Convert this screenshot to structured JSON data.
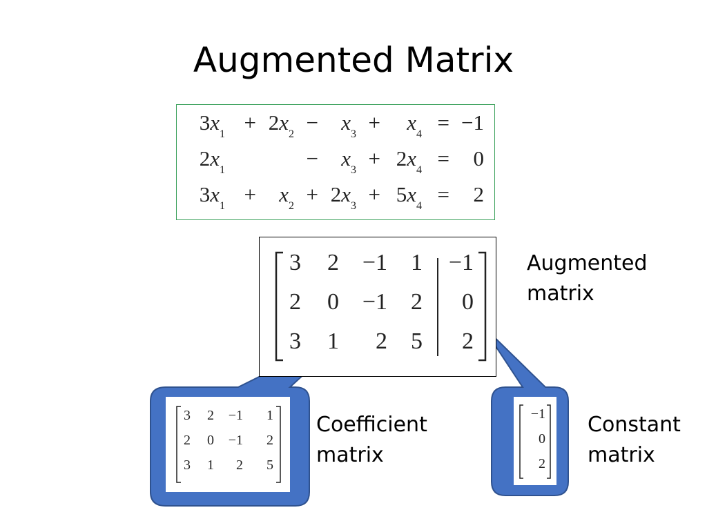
{
  "title": "Augmented Matrix",
  "system": {
    "rows": [
      [
        {
          "t": "3",
          "v": "x",
          "s": "1"
        },
        {
          "t": "+"
        },
        {
          "t": "2",
          "v": "x",
          "s": "2"
        },
        {
          "t": "−"
        },
        {
          "t": "",
          "v": "x",
          "s": "3"
        },
        {
          "t": "+"
        },
        {
          "t": "",
          "v": "x",
          "s": "4"
        },
        {
          "t": "="
        },
        {
          "t": "−1"
        }
      ],
      [
        {
          "t": "2",
          "v": "x",
          "s": "1"
        },
        {
          "t": ""
        },
        {
          "t": ""
        },
        {
          "t": "−"
        },
        {
          "t": "",
          "v": "x",
          "s": "3"
        },
        {
          "t": "+"
        },
        {
          "t": "2",
          "v": "x",
          "s": "4"
        },
        {
          "t": "="
        },
        {
          "t": "0"
        }
      ],
      [
        {
          "t": "3",
          "v": "x",
          "s": "1"
        },
        {
          "t": "+"
        },
        {
          "t": "",
          "v": "x",
          "s": "2"
        },
        {
          "t": "+"
        },
        {
          "t": "2",
          "v": "x",
          "s": "3"
        },
        {
          "t": "+"
        },
        {
          "t": "5",
          "v": "x",
          "s": "4"
        },
        {
          "t": "="
        },
        {
          "t": "2"
        }
      ]
    ]
  },
  "augmented_matrix": {
    "rows": [
      [
        "3",
        "2",
        "−1",
        "1",
        "−1"
      ],
      [
        "2",
        "0",
        "−1",
        "2",
        "0"
      ],
      [
        "3",
        "1",
        "2",
        "5",
        "2"
      ]
    ],
    "label_line1": "Augmented",
    "label_line2": "matrix"
  },
  "coefficient_matrix": {
    "rows": [
      [
        "3",
        "2",
        "−1",
        "1"
      ],
      [
        "2",
        "0",
        "−1",
        "2"
      ],
      [
        "3",
        "1",
        "2",
        "5"
      ]
    ],
    "label_line1": "Coefficient",
    "label_line2": "matrix"
  },
  "constant_matrix": {
    "rows": [
      [
        "−1"
      ],
      [
        "0"
      ],
      [
        "2"
      ]
    ],
    "label_line1": "Constant",
    "label_line2": "matrix"
  },
  "colors": {
    "callout_fill": "#4472c4",
    "callout_stroke": "#2f528f",
    "system_border": "#3aa05a"
  }
}
